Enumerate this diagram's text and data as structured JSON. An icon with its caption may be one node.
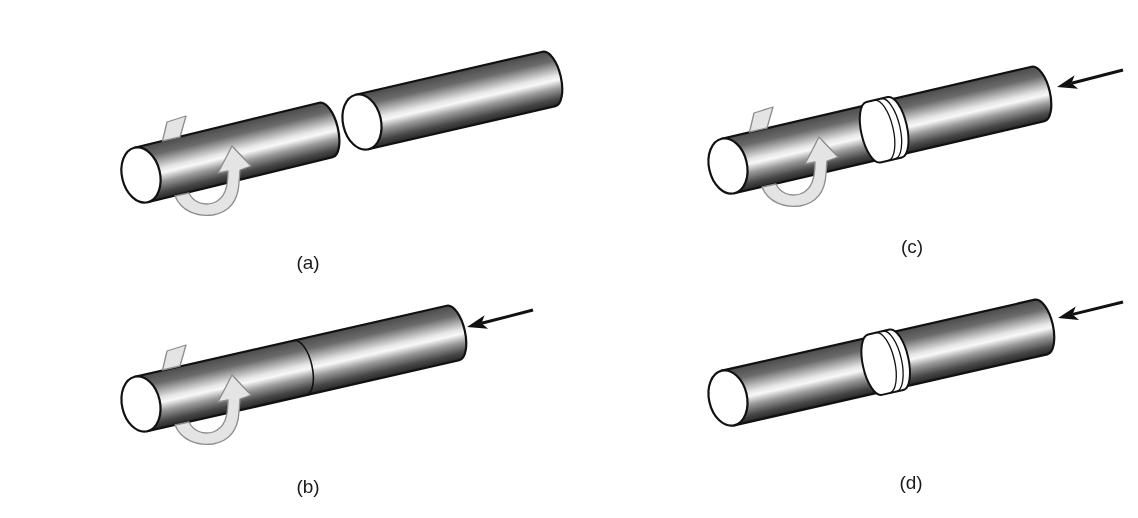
{
  "diagram": {
    "labels": [
      "(a)",
      "(c)",
      "(b)",
      "(d)"
    ]
  }
}
